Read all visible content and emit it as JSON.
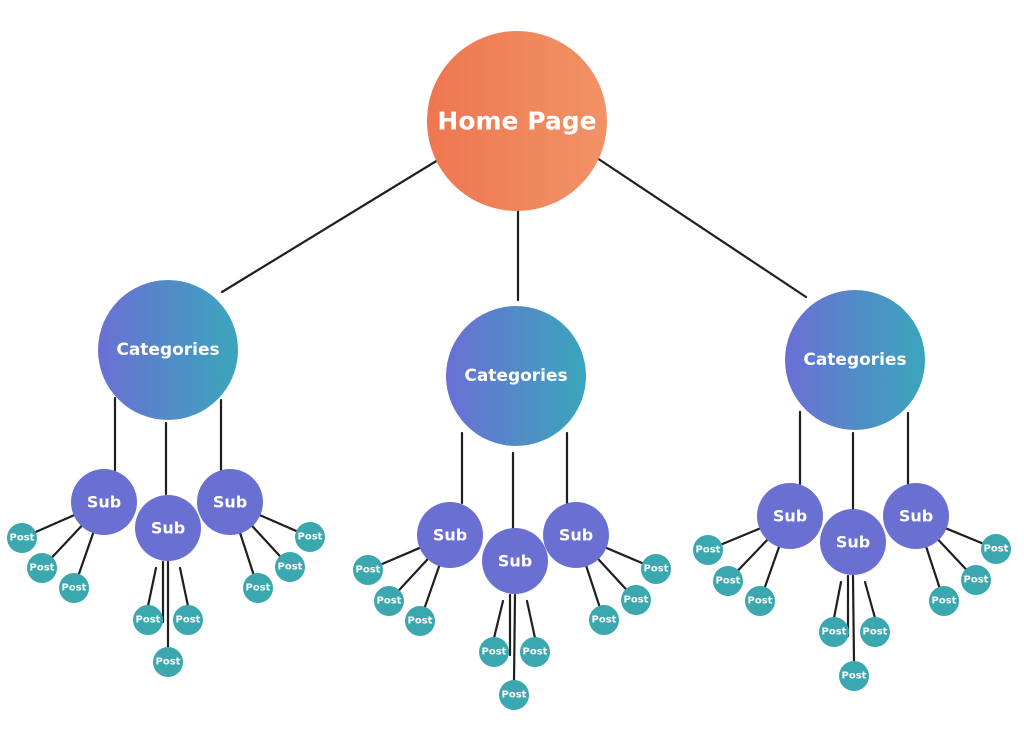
{
  "diagram": {
    "root": {
      "label": "Home Page"
    },
    "categories": [
      {
        "label": "Categories",
        "subs": [
          {
            "label": "Sub",
            "posts": [
              "Post",
              "Post",
              "Post"
            ]
          },
          {
            "label": "Sub",
            "posts": [
              "Post",
              "Post",
              "Post"
            ]
          },
          {
            "label": "Sub",
            "posts": [
              "Post",
              "Post",
              "Post"
            ]
          }
        ]
      },
      {
        "label": "Categories",
        "subs": [
          {
            "label": "Sub",
            "posts": [
              "Post",
              "Post",
              "Post"
            ]
          },
          {
            "label": "Sub",
            "posts": [
              "Post",
              "Post",
              "Post"
            ]
          },
          {
            "label": "Sub",
            "posts": [
              "Post",
              "Post",
              "Post"
            ]
          }
        ]
      },
      {
        "label": "Categories",
        "subs": [
          {
            "label": "Sub",
            "posts": [
              "Post",
              "Post",
              "Post"
            ]
          },
          {
            "label": "Sub",
            "posts": [
              "Post",
              "Post",
              "Post"
            ]
          },
          {
            "label": "Sub",
            "posts": [
              "Post",
              "Post",
              "Post"
            ]
          }
        ]
      }
    ],
    "colors": {
      "home_from": "#ee7650",
      "home_to": "#f19366",
      "category_from": "#6b6fd4",
      "category_to": "#3aa6bc",
      "sub": "#6a70d2",
      "post": "#3aa8ae",
      "edge": "#1f1f1f"
    }
  }
}
